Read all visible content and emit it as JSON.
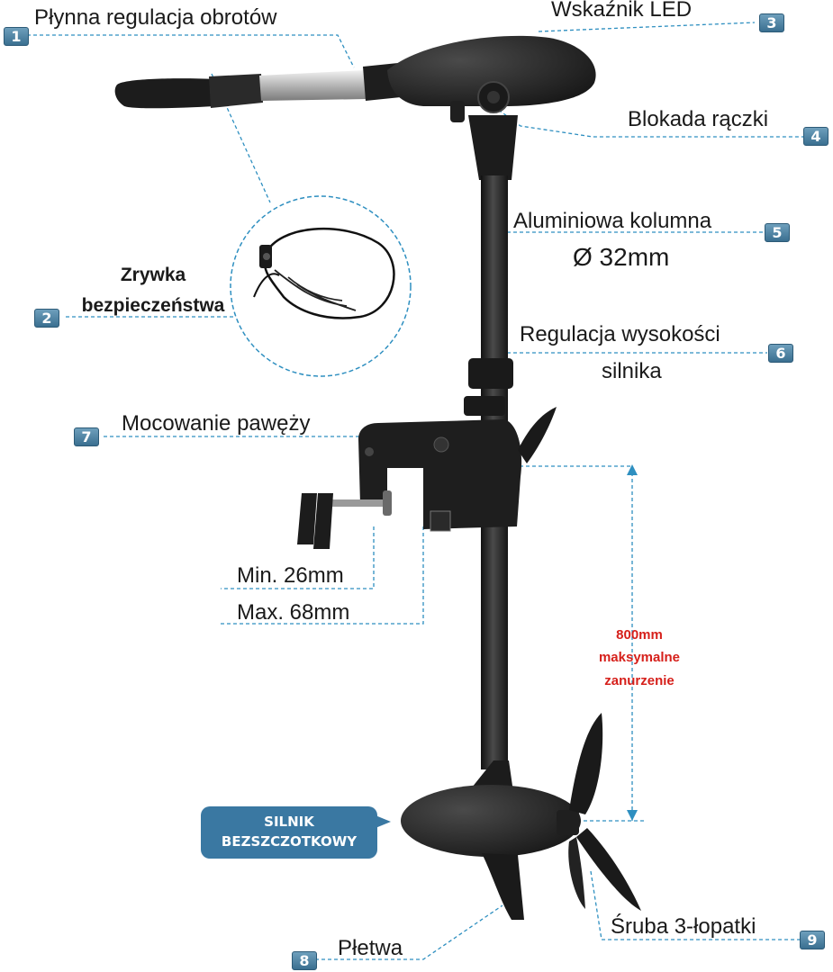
{
  "labels": {
    "l1": {
      "num": "1",
      "text": "Płynna regulacja obrotów"
    },
    "l2": {
      "num": "2",
      "line1": "Zrywka",
      "line2": "bezpieczeństwa"
    },
    "l3": {
      "num": "3",
      "text": "Wskaźnik LED"
    },
    "l4": {
      "num": "4",
      "text": "Blokada rączki"
    },
    "l5": {
      "num": "5",
      "line1": "Aluminiowa kolumna",
      "line2": "Ø 32mm"
    },
    "l6": {
      "num": "6",
      "line1": "Regulacja wysokości",
      "line2": "silnika"
    },
    "l7": {
      "num": "7",
      "text": "Mocowanie pawęży"
    },
    "l8": {
      "num": "8",
      "text": "Płetwa"
    },
    "l9": {
      "num": "9",
      "text": "Śruba 3-łopatki"
    }
  },
  "clamp_range": {
    "min": "Min. 26mm",
    "max": "Max. 68mm"
  },
  "depth": {
    "line1": "800mm",
    "line2": "maksymalne",
    "line3": "zanurzenie"
  },
  "motor_bubble": {
    "line1": "SILNIK",
    "line2": "BEZSZCZOTKOWY"
  },
  "colors": {
    "leader": "#2e8fc0",
    "accent": "#d6201b",
    "badge": "#4b82a6",
    "body": "#222222"
  }
}
